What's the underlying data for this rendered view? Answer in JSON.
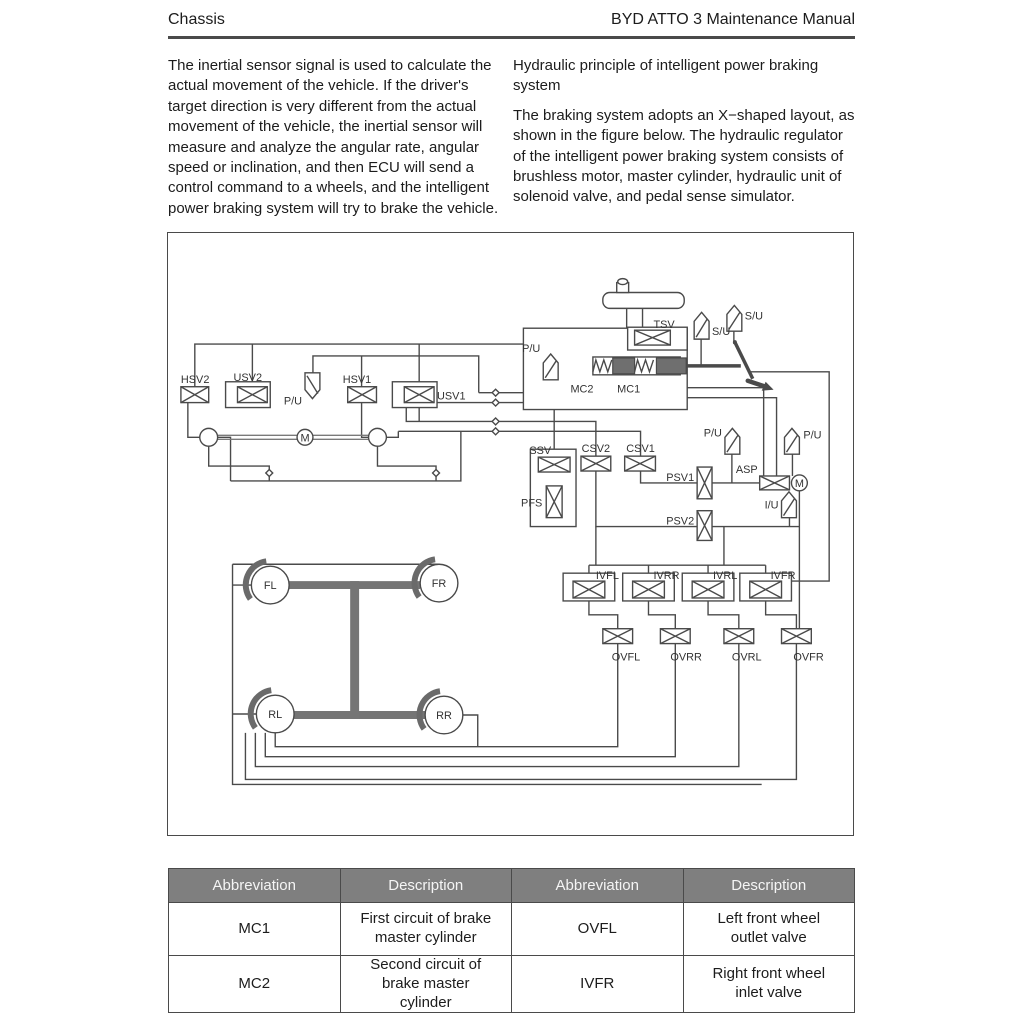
{
  "header": {
    "left": "Chassis",
    "right": "BYD ATTO 3 Maintenance Manual"
  },
  "intro": {
    "left_paragraph": "The inertial sensor signal is used to calculate the actual movement of the vehicle. If the driver's target direction is very different from the actual movement of the vehicle, the inertial sensor will measure and analyze the angular rate, angular speed or inclination, and then ECU will send a control command to a wheels, and the intelligent power braking system will try to brake the vehicle.",
    "right_heading": "Hydraulic principle of intelligent power braking system",
    "right_paragraph": "The braking system adopts an X−shaped layout, as shown in the figure below. The hydraulic regulator of the intelligent power braking system consists of brushless motor, master cylinder, hydraulic unit of solenoid valve, and pedal sense simulator."
  },
  "diagram": {
    "labels": {
      "hsv2": "HSV2",
      "usv2": "USV2",
      "hsv1": "HSV1",
      "usv1": "USV1",
      "pu": "P/U",
      "su": "S/U",
      "iu": "I/U",
      "tsv": "TSV",
      "mc1": "MC1",
      "mc2": "MC2",
      "ssv": "SSV",
      "pfs": "PFS",
      "csv1": "CSV1",
      "csv2": "CSV2",
      "psv1": "PSV1",
      "psv2": "PSV2",
      "asp": "ASP",
      "ivfl": "IVFL",
      "ivrr": "IVRR",
      "ivrl": "IVRL",
      "ivfr": "IVFR",
      "ovfl": "OVFL",
      "ovrr": "OVRR",
      "ovrl": "OVRL",
      "ovfr": "OVFR",
      "fl": "FL",
      "fr": "FR",
      "rl": "RL",
      "rr": "RR",
      "motor": "M"
    }
  },
  "table": {
    "headers": [
      "Abbreviation",
      "Description",
      "Abbreviation",
      "Description"
    ],
    "rows": [
      [
        "MC1",
        "First circuit of brake master cylinder",
        "OVFL",
        "Left front wheel outlet valve"
      ],
      [
        "MC2",
        "Second circuit of brake master cylinder",
        "IVFR",
        "Right front wheel inlet valve"
      ]
    ]
  },
  "colors": {
    "rule": "#4a4a4a",
    "table_header_bg": "#7f7f7f",
    "diagram_stroke": "#4a4a4a",
    "piston_fill": "#6f6f6f"
  }
}
